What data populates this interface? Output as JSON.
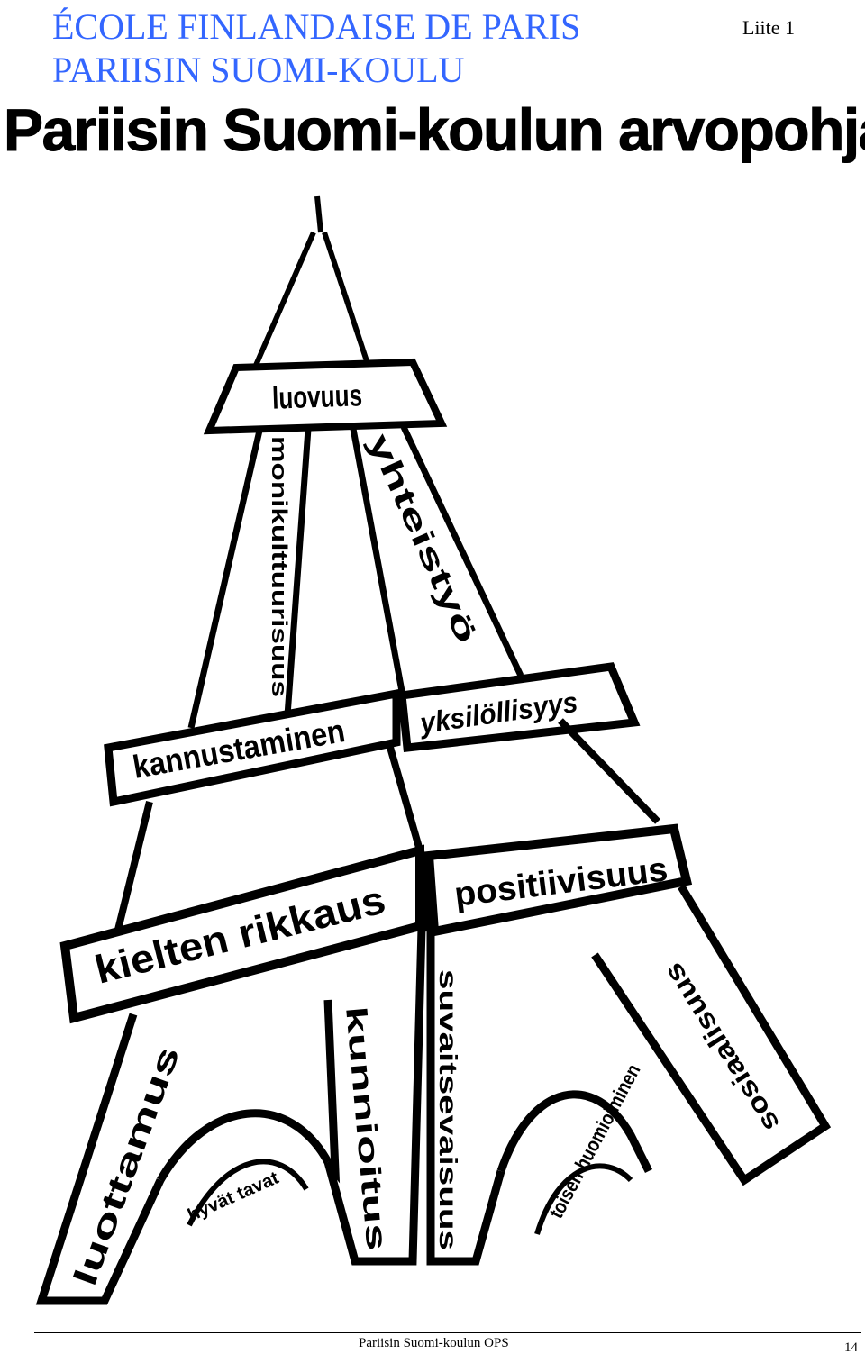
{
  "header": {
    "line1": "ÉCOLE FINLANDAISE DE PARIS",
    "line2": "PARIISIN SUOMI-KOULU",
    "attachment": "Liite 1"
  },
  "title": "Pariisin Suomi-koulun arvopohja",
  "values": {
    "luovuus": "luovuus",
    "monikulttuurisuus": "monikulttuurisuus",
    "yhteistyo": "yhteistyö",
    "kannustaminen": "kannustaminen",
    "yksilollisyys": "yksilöllisyys",
    "kielten_rikkaus": "kielten rikkaus",
    "positiivisuus": "positiivisuus",
    "luottamus": "luottamus",
    "hyvat_tavat": "hyvät tavat",
    "kunnioitus": "kunnioitus",
    "suvaitsevaisuus": "suvaitsevaisuus",
    "toisen_huomioiminen": "toisen huomioiminen",
    "sosiaalisuus": "sosiaalisuus"
  },
  "footer": {
    "text": "Pariisin Suomi-koulun OPS",
    "page": "14"
  },
  "colors": {
    "header": "#3366ff",
    "ink": "#000000"
  }
}
